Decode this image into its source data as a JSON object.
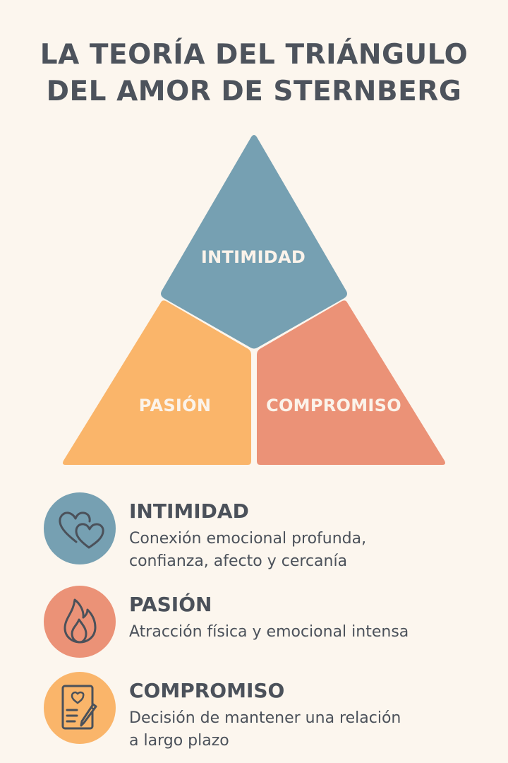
{
  "title": {
    "line1": "LA TEORÍA DEL TRIÁNGULO",
    "line2": "DEL AMOR DE STERNBERG"
  },
  "triangle": {
    "top": {
      "label": "INTIMIDAD",
      "color": "#76a0b2"
    },
    "left": {
      "label": "PASIÓN",
      "color": "#fab56a"
    },
    "right": {
      "label": "COMPROMISO",
      "color": "#eb9277"
    }
  },
  "items": [
    {
      "title": "INTIMIDAD",
      "desc_line1": "Conexión emocional profunda,",
      "desc_line2": "confianza, afecto y cercanía",
      "icon": "two-hearts-icon",
      "color": "#76a0b2"
    },
    {
      "title": "PASIÓN",
      "desc_line1": "Atracción física y emocional intensa",
      "icon": "flame-icon",
      "color": "#eb9277"
    },
    {
      "title": "COMPROMISO",
      "desc_line1": "Decisión de mantener una relación",
      "desc_line2": "a largo plazo",
      "icon": "document-heart-pen-icon",
      "color": "#fab56a"
    }
  ]
}
